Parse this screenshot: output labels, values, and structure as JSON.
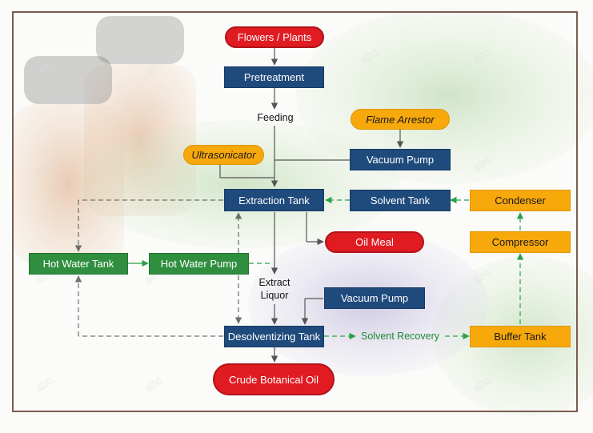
{
  "nodes": {
    "flowers_plants": "Flowers / Plants",
    "pretreatment": "Pretreatment",
    "feeding": "Feeding",
    "flame_arrestor": "Flame Arrestor",
    "ultrasonicator": "Ultrasonicator",
    "vacuum_pump_top": "Vacuum Pump",
    "extraction_tank": "Extraction Tank",
    "solvent_tank": "Solvent Tank",
    "condenser": "Condenser",
    "oil_meal": "Oil Meal",
    "compressor": "Compressor",
    "hot_water_tank": "Hot Water Tank",
    "hot_water_pump": "Hot Water Pump",
    "extract_liquor_1": "Extract",
    "extract_liquor_2": "Liquor",
    "vacuum_pump_bottom": "Vacuum Pump",
    "desolventizing_tank": "Desolventizing Tank",
    "solvent_recovery": "Solvent Recovery",
    "buffer_tank": "Buffer Tank",
    "crude_botanical_oil": "Crude Botanical Oil"
  },
  "colors": {
    "process_blue": "#1f4a7c",
    "water_green": "#2f8f3f",
    "recovery_orange": "#f7a80b",
    "product_red": "#e01b22",
    "solvent_line_green": "#2aa24a",
    "water_line_gray": "#7a7a7a",
    "frame_brown": "#7a5c4e"
  },
  "watermark_text": "abc"
}
